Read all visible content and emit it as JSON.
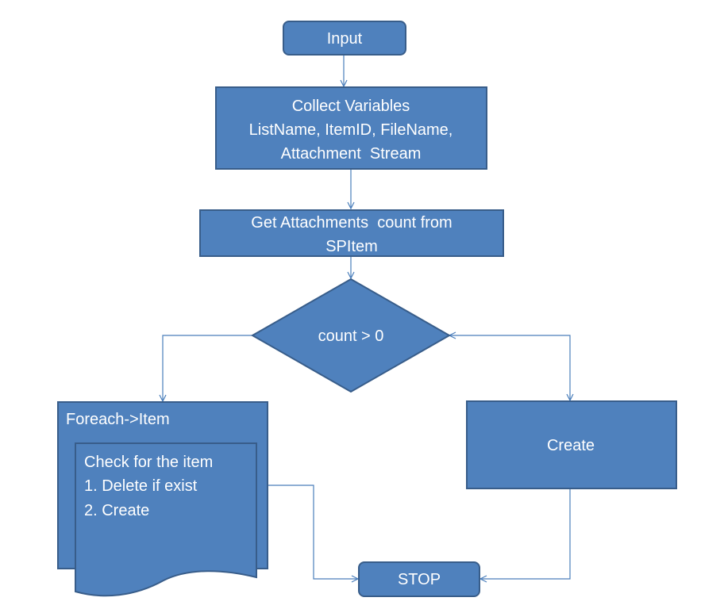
{
  "flowchart": {
    "input": "Input",
    "collect": {
      "line1": "Collect Variables",
      "line2": "ListName, ItemID, FileName,",
      "line3": "Attachment  Stream"
    },
    "get_count": {
      "line1": "Get Attachments  count from",
      "line2": "SPItem"
    },
    "decision": "count > 0",
    "foreach": {
      "title": "Foreach->Item",
      "line1": "Check for the item",
      "line2": "1. Delete if exist",
      "line3": "2. Create"
    },
    "create": "Create",
    "stop": "STOP"
  },
  "colors": {
    "fill": "#4f81bd",
    "border": "#385d8a",
    "connector": "#4a7ebb",
    "text": "#ffffff"
  }
}
